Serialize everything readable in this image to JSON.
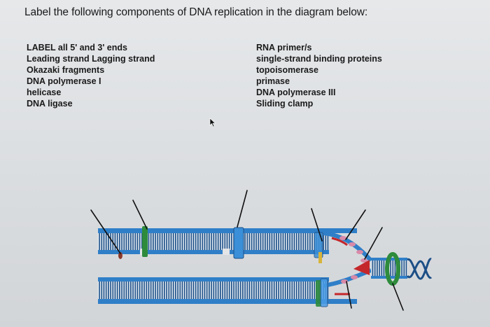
{
  "title": "Label the following components of DNA replication in the diagram below:",
  "left_labels": [
    "LABEL all 5' and 3' ends",
    "Leading strand Lagging strand",
    "Okazaki fragments",
    "DNA polymerase I",
    "helicase",
    "DNA ligase"
  ],
  "right_labels": [
    "RNA primer/s",
    "single-strand binding proteins",
    "topoisomerase",
    "primase",
    "DNA polymerase III",
    "Sliding clamp"
  ],
  "colors": {
    "strand_blue": "#2f7fc8",
    "strand_dark": "#1c4f86",
    "green": "#2e8b3c",
    "red": "#c4272b",
    "pink": "#d98aa8"
  }
}
